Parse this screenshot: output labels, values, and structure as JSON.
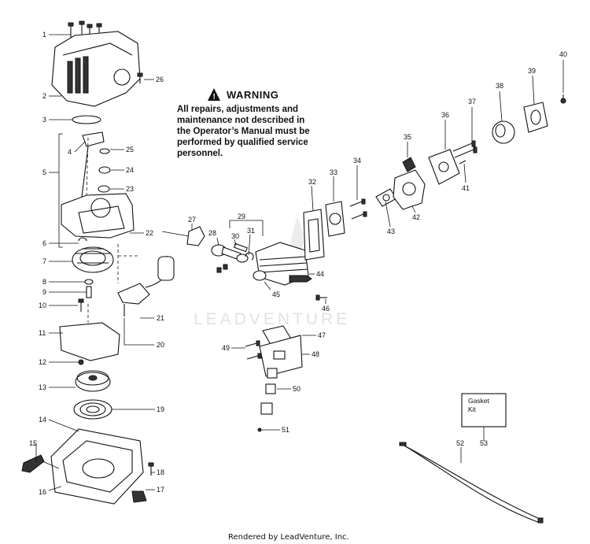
{
  "warning": {
    "title": "WARNING",
    "lines": [
      "All repairs, adjustments and",
      "maintenance not described in",
      "the Operator’s Manual must be",
      "performed by qualified service",
      "personnel."
    ]
  },
  "watermark": "LEADVENTURE",
  "footer": "Rendered by LeadVenture, Inc.",
  "gasket_kit": {
    "line1": "Gasket",
    "line2": "Kit"
  },
  "callouts": {
    "c1": "1",
    "c2": "2",
    "c3": "3",
    "c4": "4",
    "c5": "5",
    "c6": "6",
    "c7": "7",
    "c8": "8",
    "c9": "9",
    "c10": "10",
    "c11": "11",
    "c12": "12",
    "c13": "13",
    "c14": "14",
    "c15": "15",
    "c16": "16",
    "c17": "17",
    "c18": "18",
    "c19": "19",
    "c20": "20",
    "c21": "21",
    "c22": "22",
    "c23": "23",
    "c24": "24",
    "c25": "25",
    "c26": "26",
    "c27": "27",
    "c28": "28",
    "c29": "29",
    "c30": "30",
    "c31": "31",
    "c32": "32",
    "c33": "33",
    "c34": "34",
    "c35": "35",
    "c36": "36",
    "c37": "37",
    "c38": "38",
    "c39": "39",
    "c40": "40",
    "c41": "41",
    "c42": "42",
    "c43": "43",
    "c44": "44",
    "c45": "45",
    "c46": "46",
    "c47": "47",
    "c48": "48",
    "c49": "49",
    "c50": "50",
    "c51": "51",
    "c52": "52",
    "c53": "53"
  }
}
